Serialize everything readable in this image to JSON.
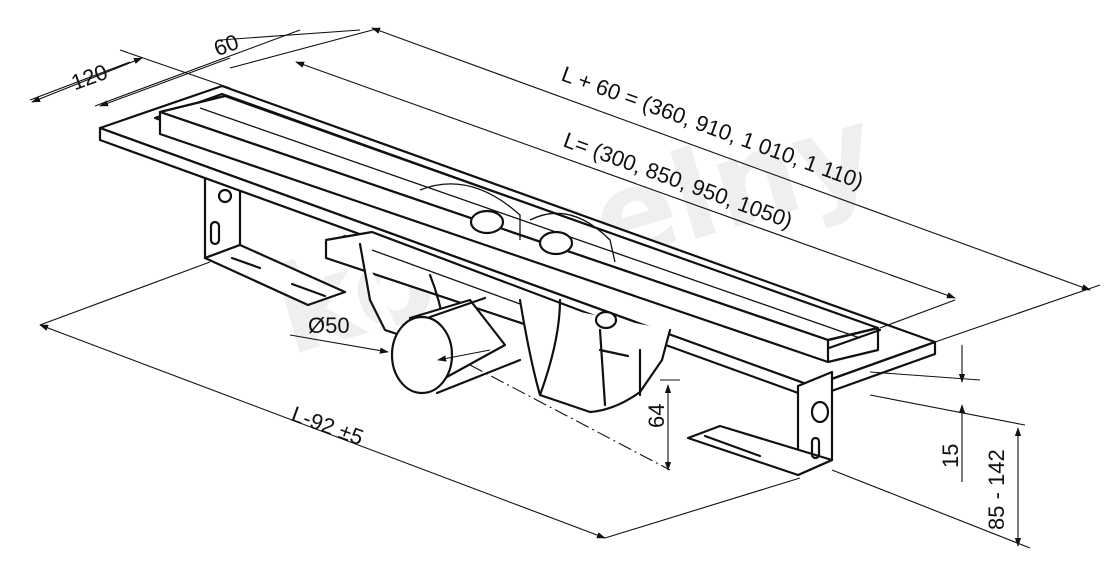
{
  "watermark": "koupelny",
  "labels": {
    "depth_total": "120",
    "depth_grate": "60",
    "length_total": "L + 60 = (360, 910, 1 010, 1 110)",
    "length_channel": "L= (300, 850, 950, 1050)",
    "outlet_diameter": "Ø50",
    "outlet_height": "64",
    "frame_height": "15",
    "height_range": "85 - 142",
    "mount_span": "L-92 ±5"
  }
}
